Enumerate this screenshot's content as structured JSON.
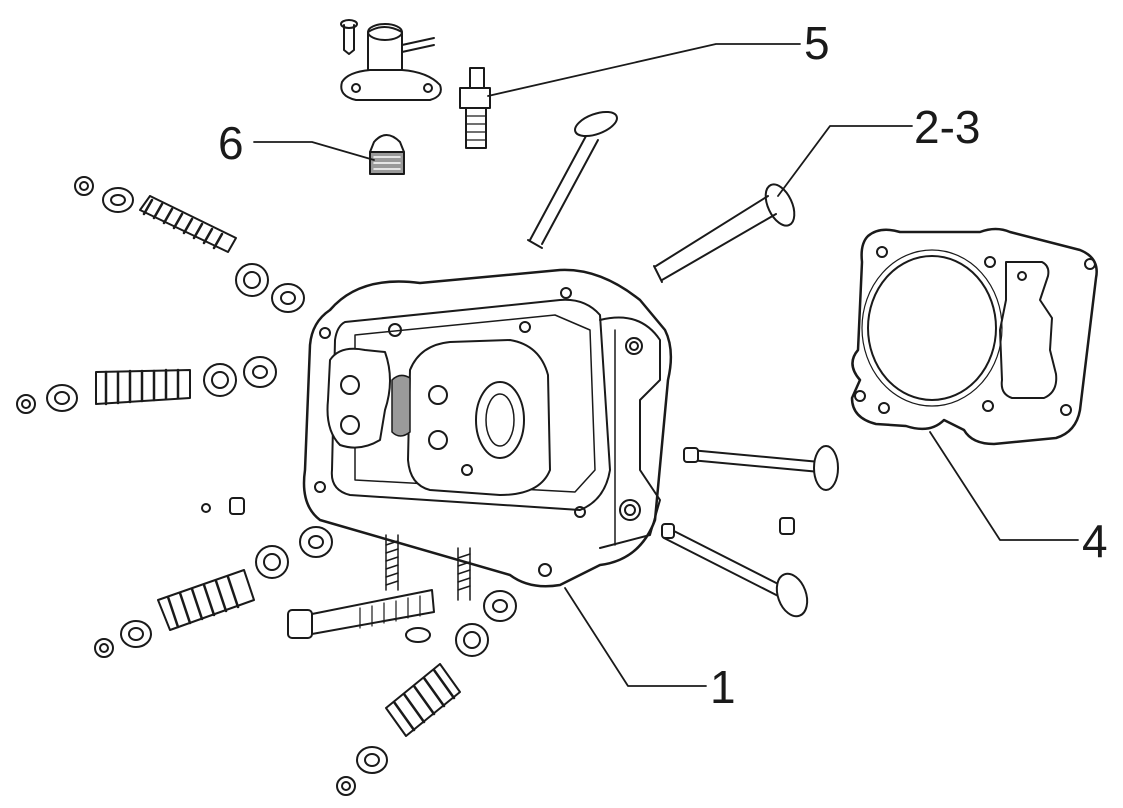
{
  "callouts": [
    {
      "id": "label-5",
      "text": "5"
    },
    {
      "id": "label-2-3",
      "text": "2-3"
    },
    {
      "id": "label-6",
      "text": "6"
    },
    {
      "id": "label-4",
      "text": "4"
    },
    {
      "id": "label-1",
      "text": "1"
    }
  ],
  "style": {
    "ink": "#1a1a1a",
    "paper": "#ffffff",
    "shade": "#9a9a9a"
  }
}
